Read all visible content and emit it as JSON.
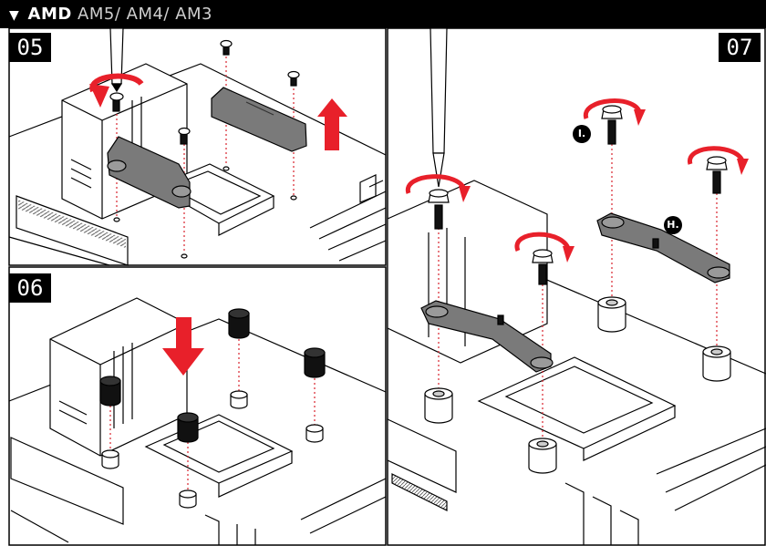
{
  "header": {
    "marker": "▼",
    "brand": "AMD",
    "sockets": "AM5/ AM4/ AM3"
  },
  "steps": [
    {
      "number": "05"
    },
    {
      "number": "06"
    },
    {
      "number": "07"
    }
  ],
  "callouts": {
    "i": "I.",
    "h": "H."
  },
  "colors": {
    "header_bg": "#000000",
    "arrow_red": "#e8202a",
    "bracket_gray": "#7a7a7a",
    "standoff_black": "#111111",
    "guide_red": "#d9232d"
  }
}
